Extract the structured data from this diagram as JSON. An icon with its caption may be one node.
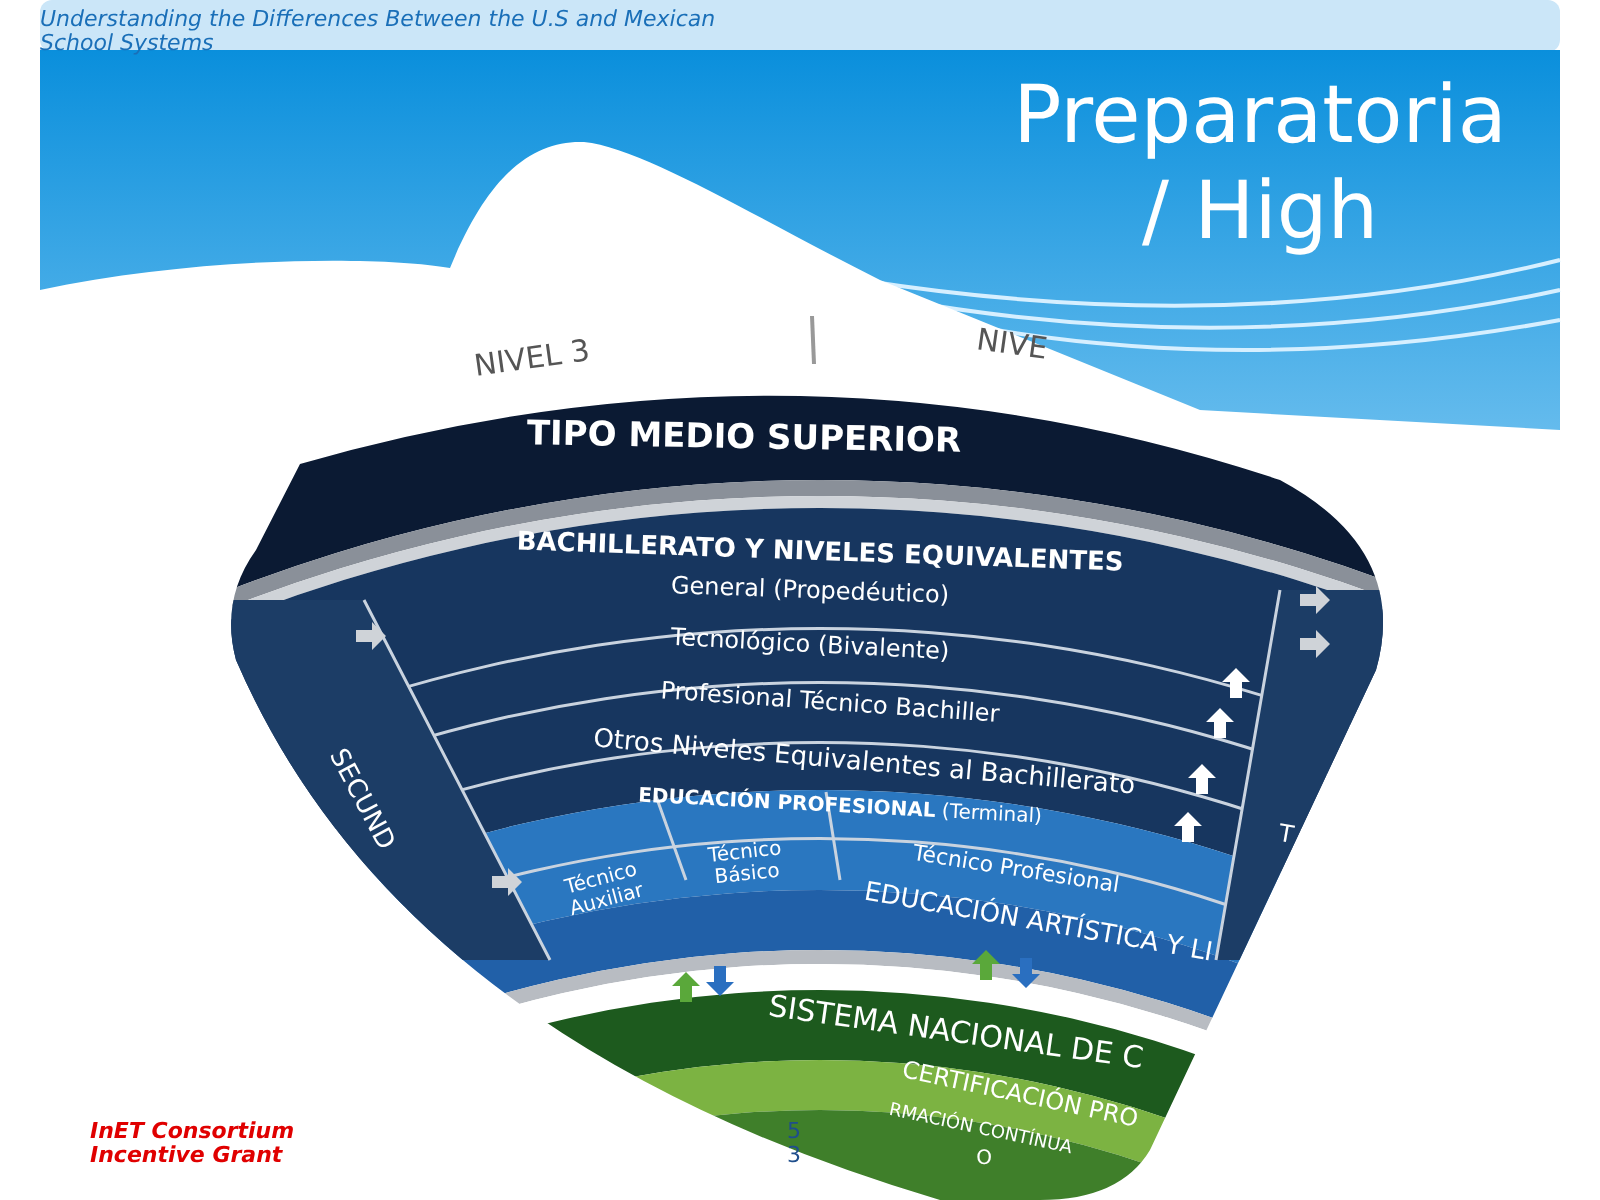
{
  "diagram": {
    "title": "Preparatoria/ High",
    "labels": [
      "Understanding the Differences Between the U.S and Mexican School Systems",
      "NIVEL 3",
      "NIVE",
      "TIPO MEDIO SUPERIOR",
      "BACHILLERATO Y NIVELES EQUIVALENTES",
      "General (Propedéutico)",
      "Tecnológico (Bivalente)",
      "Profesional Técnico Bachiller",
      "Otros Niveles Equivalentes al Bachillerato",
      "**EDUCACIÓN PROFESIONAL** (Terminal)",
      "Técnico Auxiliar",
      "Técnico Básico",
      "Técnico Profesional",
      "EDUCACIÓN ARTÍSTICA Y LI",
      "SECUND",
      "T",
      "SISTEMA NACIONAL DE C",
      "CERTIFICACIÓN PRO",
      "RMACIÓN CONTÍNUA",
      "O",
      "InET Consortium Incentive Grant",
      "53"
    ]
  }
}
